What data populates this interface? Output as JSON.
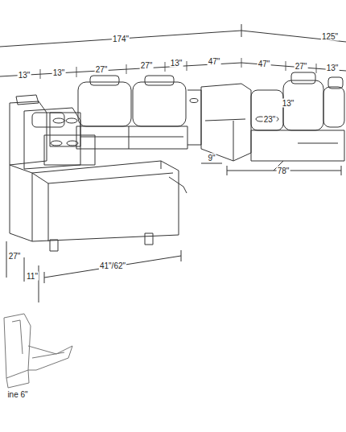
{
  "diagram": {
    "labels": [
      "174\"",
      "125\"",
      "13\"",
      "13\"",
      "27\"",
      "27\"",
      "13\"",
      "47\"",
      "47\"",
      "27\"",
      "13\"",
      "13\"",
      "23\"",
      "9\"",
      "78\"",
      "27\"",
      "11\"",
      "41\"/62\"",
      "ine 6\""
    ]
  }
}
